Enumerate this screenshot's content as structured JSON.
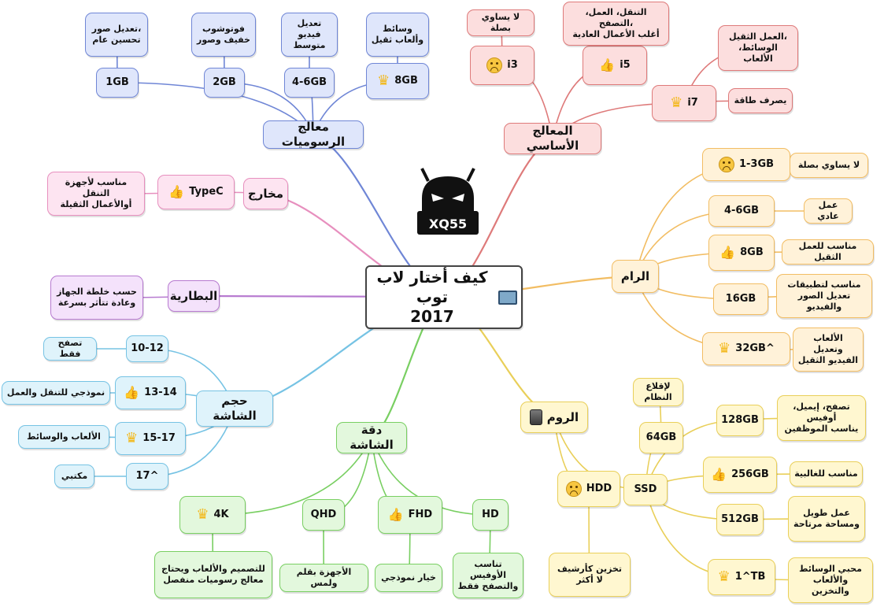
{
  "central": {
    "title": "كيف أختار لاب توب\n2017",
    "icon": "laptop-icon"
  },
  "logo": {
    "text": "XQ55",
    "icon": "android-logo"
  },
  "colors": {
    "blue": "#6f86d6",
    "red": "#de7a7a",
    "orange": "#f2bd63",
    "yellow": "#e9cf59",
    "green": "#79cf62",
    "cyan": "#76c3e4",
    "purple": "#b77ad0",
    "pink": "#e78fbe"
  },
  "nodes": [
    {
      "id": "gpu",
      "label": "معالج الرسوميات",
      "color": "blue",
      "size": "big",
      "icon": ""
    },
    {
      "id": "gpu_1gb",
      "label": "1GB",
      "color": "blue",
      "size": "md",
      "icon": ""
    },
    {
      "id": "gpu_2gb",
      "label": "2GB",
      "color": "blue",
      "size": "md",
      "icon": ""
    },
    {
      "id": "gpu_46",
      "label": "4-6GB",
      "color": "blue",
      "size": "md",
      "icon": ""
    },
    {
      "id": "gpu_8gb",
      "label": "8GB",
      "color": "blue",
      "size": "md",
      "icon": "crown-icon"
    },
    {
      "id": "gpu_1gb_d",
      "label": "تعديل صور،\nتحسين عام",
      "color": "blue",
      "size": "sm",
      "icon": ""
    },
    {
      "id": "gpu_2gb_d",
      "label": "فوتوشوب\nخفيف وصور",
      "color": "blue",
      "size": "sm",
      "icon": ""
    },
    {
      "id": "gpu_46_d",
      "label": "تعديل فيديو\nمتوسط",
      "color": "blue",
      "size": "sm",
      "icon": ""
    },
    {
      "id": "gpu_8gb_d",
      "label": "وسائط\nوألعاب ثقيل",
      "color": "blue",
      "size": "sm",
      "icon": ""
    },
    {
      "id": "cpu",
      "label": "المعالج الأساسي",
      "color": "red",
      "size": "big",
      "icon": ""
    },
    {
      "id": "cpu_i3",
      "label": "i3",
      "color": "red",
      "size": "md",
      "icon": "sad-face-icon"
    },
    {
      "id": "cpu_i5",
      "label": "i5",
      "color": "red",
      "size": "md",
      "icon": "thumbs-up-icon"
    },
    {
      "id": "cpu_i7",
      "label": "i7",
      "color": "red",
      "size": "md",
      "icon": "crown-icon"
    },
    {
      "id": "cpu_i3_d",
      "label": "لا يساوي بصلة",
      "color": "red",
      "size": "sm",
      "icon": ""
    },
    {
      "id": "cpu_i5_d",
      "label": "التنقل، العمل، التصفح،\nأغلب الأعمال العادية",
      "color": "red",
      "size": "sm",
      "icon": ""
    },
    {
      "id": "cpu_i7_d1",
      "label": "العمل الثقيل،\nالوسائط، الألعاب",
      "color": "red",
      "size": "sm",
      "icon": ""
    },
    {
      "id": "cpu_i7_d2",
      "label": "يصرف طاقة",
      "color": "red",
      "size": "sm",
      "icon": ""
    },
    {
      "id": "ram",
      "label": "الرام",
      "color": "orange",
      "size": "big",
      "icon": ""
    },
    {
      "id": "ram_13",
      "label": "1-3GB",
      "color": "orange",
      "size": "md",
      "icon": "sad-face-icon"
    },
    {
      "id": "ram_46",
      "label": "4-6GB",
      "color": "orange",
      "size": "md",
      "icon": ""
    },
    {
      "id": "ram_8",
      "label": "8GB",
      "color": "orange",
      "size": "md",
      "icon": "thumbs-up-icon"
    },
    {
      "id": "ram_16",
      "label": "16GB",
      "color": "orange",
      "size": "md",
      "icon": ""
    },
    {
      "id": "ram_32",
      "label": "32GB^",
      "color": "orange",
      "size": "md",
      "icon": "crown-icon"
    },
    {
      "id": "ram_13_d",
      "label": "لا يساوي بصلة",
      "color": "orange",
      "size": "sm",
      "icon": ""
    },
    {
      "id": "ram_46_d",
      "label": "عمل عادي",
      "color": "orange",
      "size": "sm",
      "icon": ""
    },
    {
      "id": "ram_8_d",
      "label": "مناسب للعمل الثقيل",
      "color": "orange",
      "size": "sm",
      "icon": ""
    },
    {
      "id": "ram_16_d",
      "label": "مناسب لتطبيقات\nتعديل الصور والفيديو",
      "color": "orange",
      "size": "sm",
      "icon": ""
    },
    {
      "id": "ram_32_d",
      "label": "الألعاب وتعديل\nالفيديو الثقيل",
      "color": "orange",
      "size": "sm",
      "icon": ""
    },
    {
      "id": "rom",
      "label": "الروم",
      "color": "yellow",
      "size": "big",
      "icon": "disk-icon"
    },
    {
      "id": "hdd",
      "label": "HDD",
      "color": "yellow",
      "size": "md",
      "icon": "sad-face-icon"
    },
    {
      "id": "hdd_d",
      "label": "تخزين كأرشيف\nلا أكثر",
      "color": "yellow",
      "size": "sm",
      "icon": ""
    },
    {
      "id": "ssd",
      "label": "SSD",
      "color": "yellow",
      "size": "md",
      "icon": ""
    },
    {
      "id": "ssd_64",
      "label": "64GB",
      "color": "yellow",
      "size": "md",
      "icon": ""
    },
    {
      "id": "ssd_64_d",
      "label": "لإقلاع النظام",
      "color": "yellow",
      "size": "sm",
      "icon": ""
    },
    {
      "id": "ssd_128",
      "label": "128GB",
      "color": "yellow",
      "size": "md",
      "icon": ""
    },
    {
      "id": "ssd_256",
      "label": "256GB",
      "color": "yellow",
      "size": "md",
      "icon": "thumbs-up-icon"
    },
    {
      "id": "ssd_512",
      "label": "512GB",
      "color": "yellow",
      "size": "md",
      "icon": ""
    },
    {
      "id": "ssd_1tb",
      "label": "1^TB",
      "color": "yellow",
      "size": "md",
      "icon": "crown-icon"
    },
    {
      "id": "ssd_128_d",
      "label": "تصفح، إيميل، أوفيس\nيناسب الموظفين",
      "color": "yellow",
      "size": "sm",
      "icon": ""
    },
    {
      "id": "ssd_256_d",
      "label": "مناسب للغالبية",
      "color": "yellow",
      "size": "sm",
      "icon": ""
    },
    {
      "id": "ssd_512_d",
      "label": "عمل طويل\nومساحة مرتاحة",
      "color": "yellow",
      "size": "sm",
      "icon": ""
    },
    {
      "id": "ssd_1tb_d",
      "label": "محبي الوسائط\nوالألعاب والتخزين",
      "color": "yellow",
      "size": "sm",
      "icon": ""
    },
    {
      "id": "res",
      "label": "دقة الشاشة",
      "color": "green",
      "size": "big",
      "icon": ""
    },
    {
      "id": "res_4k",
      "label": "4K",
      "color": "green",
      "size": "md",
      "icon": "crown-icon"
    },
    {
      "id": "res_qhd",
      "label": "QHD",
      "color": "green",
      "size": "md",
      "icon": ""
    },
    {
      "id": "res_fhd",
      "label": "FHD",
      "color": "green",
      "size": "md",
      "icon": "thumbs-up-icon"
    },
    {
      "id": "res_hd",
      "label": "HD",
      "color": "green",
      "size": "md",
      "icon": ""
    },
    {
      "id": "res_4k_d",
      "label": "للتصميم والألعاب ويحتاج\nمعالج رسوميات منفصل",
      "color": "green",
      "size": "sm",
      "icon": ""
    },
    {
      "id": "res_qhd_d",
      "label": "الأجهزة بقلم ولمس",
      "color": "green",
      "size": "sm",
      "icon": ""
    },
    {
      "id": "res_fhd_d",
      "label": "خيار نموذجي",
      "color": "green",
      "size": "sm",
      "icon": ""
    },
    {
      "id": "res_hd_d",
      "label": "تناسب الأوفيس\nوالتصفح فقط",
      "color": "green",
      "size": "sm",
      "icon": ""
    },
    {
      "id": "scr",
      "label": "حجم الشاشة",
      "color": "cyan",
      "size": "big",
      "icon": ""
    },
    {
      "id": "scr_1012",
      "label": "10-12",
      "color": "cyan",
      "size": "md",
      "icon": ""
    },
    {
      "id": "scr_1314",
      "label": "13-14",
      "color": "cyan",
      "size": "md",
      "icon": "thumbs-up-icon"
    },
    {
      "id": "scr_1517",
      "label": "15-17",
      "color": "cyan",
      "size": "md",
      "icon": "crown-icon"
    },
    {
      "id": "scr_17",
      "label": "17^",
      "color": "cyan",
      "size": "md",
      "icon": ""
    },
    {
      "id": "scr_1012_d",
      "label": "تصفح فقط",
      "color": "cyan",
      "size": "sm",
      "icon": ""
    },
    {
      "id": "scr_1314_d",
      "label": "نموذجي للتنقل والعمل",
      "color": "cyan",
      "size": "sm",
      "icon": ""
    },
    {
      "id": "scr_1517_d",
      "label": "الألعاب والوسائط",
      "color": "cyan",
      "size": "sm",
      "icon": ""
    },
    {
      "id": "scr_17_d",
      "label": "مكتبي",
      "color": "cyan",
      "size": "sm",
      "icon": ""
    },
    {
      "id": "bat",
      "label": "البطارية",
      "color": "purple",
      "size": "big",
      "icon": ""
    },
    {
      "id": "bat_d",
      "label": "حسب خلطة الجهاز\nوعادة تتأثر بسرعة",
      "color": "purple",
      "size": "sm",
      "icon": ""
    },
    {
      "id": "out",
      "label": "مخارج",
      "color": "pink",
      "size": "big",
      "icon": ""
    },
    {
      "id": "out_typec",
      "label": "TypeC",
      "color": "pink",
      "size": "md",
      "icon": "thumbs-up-icon"
    },
    {
      "id": "out_typec_d",
      "label": "مناسب لأجهزة التنقل\nأوالأعمال الثقيلة",
      "color": "pink",
      "size": "sm",
      "icon": ""
    }
  ]
}
